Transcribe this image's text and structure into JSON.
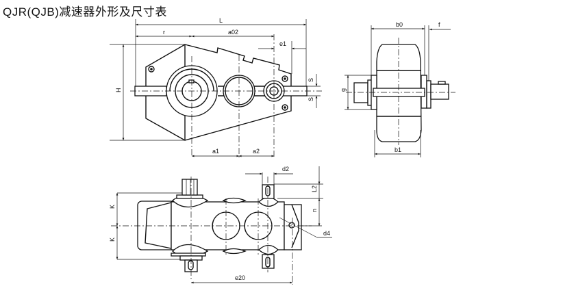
{
  "title": "QJR(QJB)减速器外形及尺寸表",
  "front_view": {
    "L": "L",
    "r": "r",
    "a02": "a02",
    "e1": "e1",
    "H": "H",
    "S_top": "S",
    "S_bottom": "S",
    "a1": "a1",
    "a2": "a2"
  },
  "side_view": {
    "b0": "b0",
    "f": "f",
    "g": "g",
    "b1": "b1"
  },
  "top_view": {
    "d2": "d2",
    "L2": "L2",
    "n": "n",
    "K_top": "K",
    "K_bottom": "K",
    "d4": "d4",
    "e20": "e20"
  }
}
